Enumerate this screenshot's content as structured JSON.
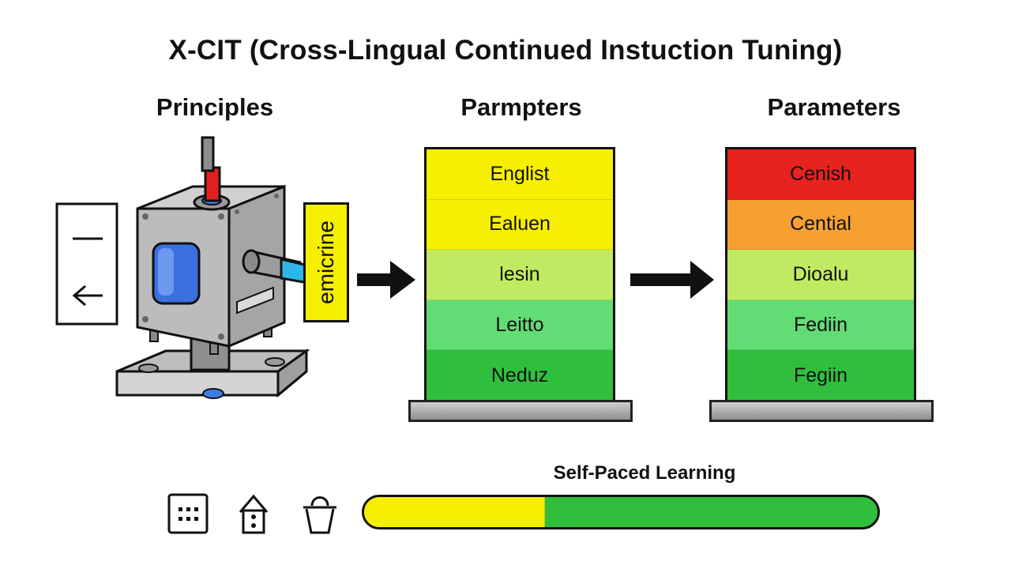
{
  "title": "X-CIT (Cross-Lingual Continued Instuction Tuning)",
  "sections": {
    "left": "Principles",
    "middle": "Parmpters",
    "right": "Parameters"
  },
  "machine_tag": "emicrine",
  "stacks": [
    {
      "bands": [
        {
          "label": "Englist",
          "color": "#f7ef00"
        },
        {
          "label": "Ealuen",
          "color": "#f7ef00"
        },
        {
          "label": "lesin",
          "color": "#c1ea63"
        },
        {
          "label": "Leitto",
          "color": "#62dc74"
        },
        {
          "label": "Neduz",
          "color": "#2fbf3c"
        }
      ]
    },
    {
      "bands": [
        {
          "label": "Cenish",
          "color": "#e6231e"
        },
        {
          "label": "Cential",
          "color": "#f5a031"
        },
        {
          "label": "Dioalu",
          "color": "#c1ea63"
        },
        {
          "label": "Fediin",
          "color": "#62dc74"
        },
        {
          "label": "Fegiin",
          "color": "#2fbf3c"
        }
      ]
    }
  ],
  "progress": {
    "label": "Self-Paced Learning",
    "fraction": 0.35,
    "fill_color": "#f7ef00",
    "track_color": "#2fbf3c"
  },
  "icons": [
    "grid-icon",
    "house-icon",
    "bucket-icon"
  ]
}
